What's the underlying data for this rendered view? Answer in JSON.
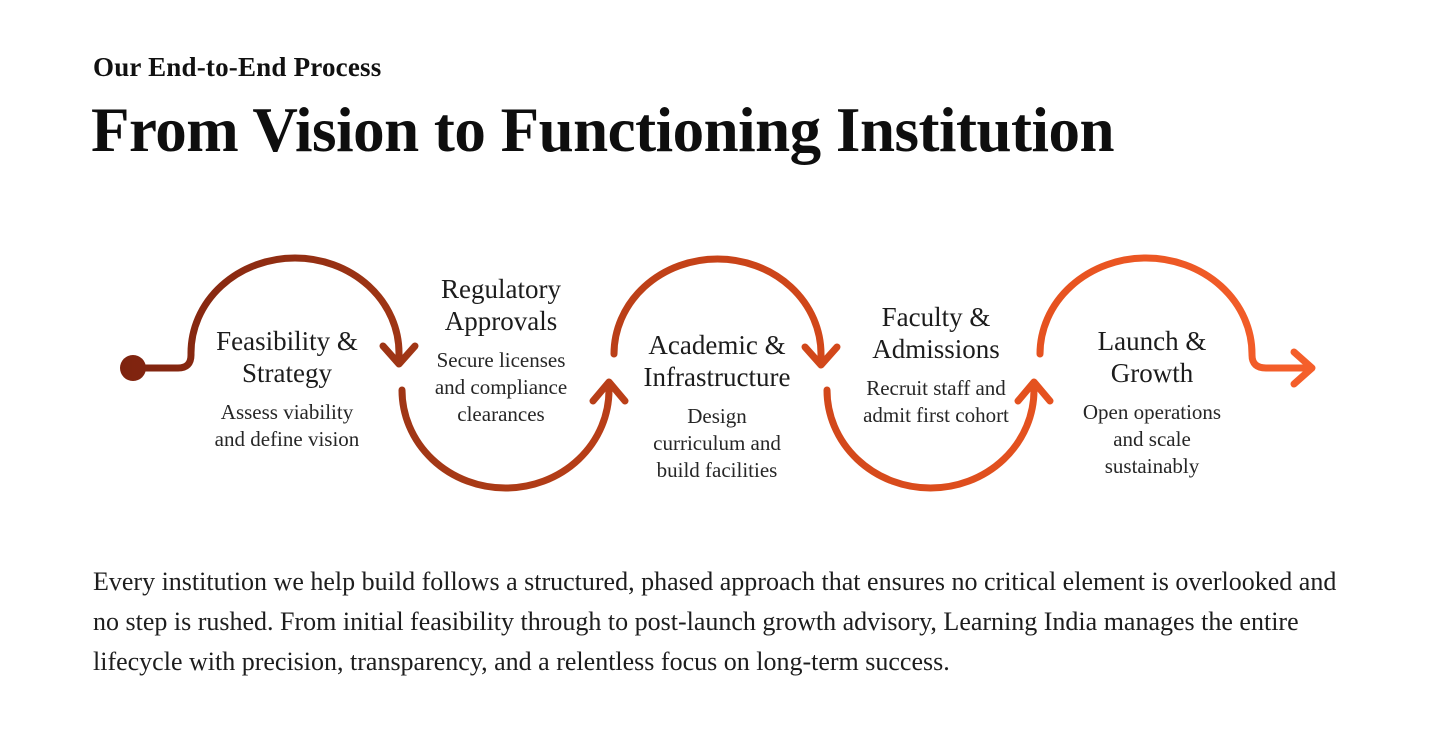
{
  "header": {
    "eyebrow": "Our End-to-End Process",
    "title": "From Vision to Functioning Institution"
  },
  "process": {
    "flow_gradient": [
      "#7e230f",
      "#a63916",
      "#cb4419",
      "#e75320",
      "#f6602c"
    ],
    "stages": [
      {
        "title": "Feasibility &\nStrategy",
        "description": "Assess viability\nand define vision"
      },
      {
        "title": "Regulatory\nApprovals",
        "description": "Secure licenses\nand compliance\nclearances"
      },
      {
        "title": "Academic &\nInfrastructure",
        "description": "Design\ncurriculum and\nbuild facilities"
      },
      {
        "title": "Faculty &\nAdmissions",
        "description": "Recruit staff and\nadmit first cohort"
      },
      {
        "title": "Launch &\nGrowth",
        "description": "Open operations\nand scale\nsustainably"
      }
    ]
  },
  "footer": {
    "paragraph": "Every institution we help build follows a structured, phased approach that ensures no critical element is overlooked and no step is rushed. From initial feasibility through to post-launch growth advisory, Learning India manages the entire lifecycle with precision, transparency, and a relentless focus on long-term success."
  }
}
